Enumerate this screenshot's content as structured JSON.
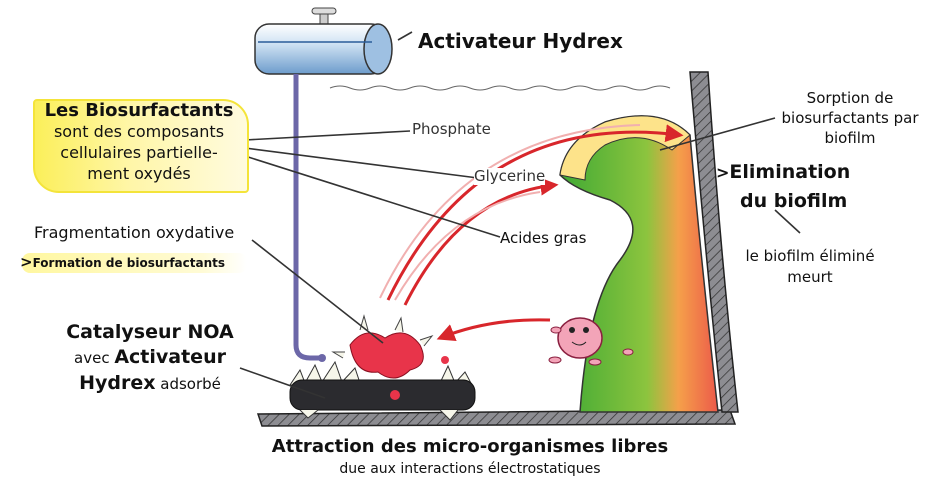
{
  "title": "Activateur Hydrex",
  "biosurfactants_box": {
    "heading": "Les Biosurfactants",
    "lines": [
      "sont des composants",
      "cellulaires partielle-",
      "ment oxydés"
    ]
  },
  "products": {
    "phosphate": "Phosphate",
    "glycerine": "Glycerine",
    "fatty_acids": "Acides gras"
  },
  "fragmentation": {
    "label": "Fragmentation oxydative",
    "result_marker": ">",
    "result": "Formation de biosurfactants"
  },
  "catalyst": {
    "line1": "Catalyseur NOA",
    "line2_prefix": "avec ",
    "line2_bold": "Activateur",
    "line3_bold": "Hydrex",
    "line3_suffix": " adsorbé"
  },
  "attraction": {
    "title": "Attraction des micro-organismes libres",
    "subtitle": "due aux interactions électrostatiques"
  },
  "sorption": {
    "lines": [
      "Sorption de",
      "biosurfactants par",
      "biofilm"
    ]
  },
  "elimination": {
    "marker": ">",
    "line1": "Elimination",
    "line2": "du biofilm"
  },
  "death": {
    "lines": [
      "le biofilm éliminé",
      "meurt"
    ]
  },
  "colors": {
    "highlight": "#fbef5a",
    "arrow": "#d8262b",
    "biofilm_green": "#46b03a",
    "biofilm_orange": "#f07a4a",
    "wall": "#8a8a8f",
    "pipe": "#6c67a8"
  }
}
